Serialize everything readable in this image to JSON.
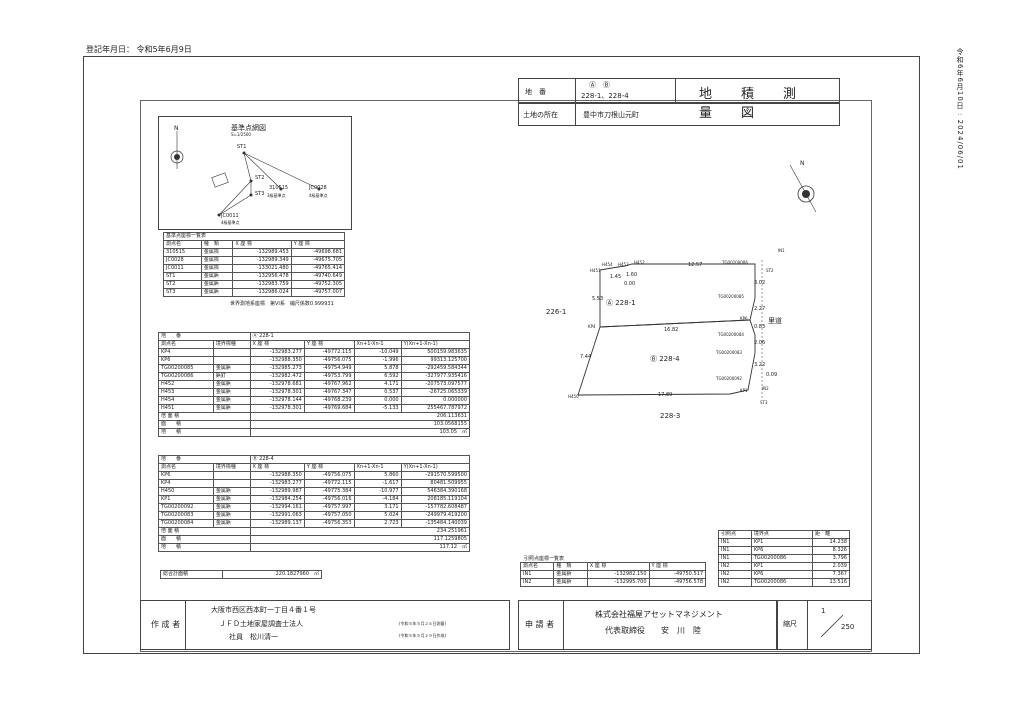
{
  "registration_date": "登記年月日： 令和5年6月9日",
  "side_print": "令和6年6月10日 : 2024/06/01",
  "title_block": {
    "lot_label": "地　番",
    "lot_markers": "Ⓐ　Ⓑ",
    "lot_value": "228-1、228-4",
    "title": "地　積　測　量　図",
    "location_label": "土地の所在",
    "location_value": "豊中市刀根山元町"
  },
  "reference_map": {
    "title": "基準点網図",
    "scale": "S=1/2500",
    "north": "N",
    "points": [
      "ST1",
      "ST2",
      "ST3",
      "310515",
      "JC0028",
      "JC0011"
    ],
    "sub_labels": [
      "3級基準点",
      "4級基準点",
      "4級基準点"
    ]
  },
  "reference_table": {
    "title": "基準点座標一覧表",
    "headers": [
      "測点名",
      "種　類",
      "X 座 標",
      "Y 座 標"
    ],
    "rows": [
      [
        "310515",
        "金属標",
        "-132989.453",
        "-49698.681"
      ],
      [
        "JC0028",
        "金属標",
        "-132989.349",
        "-49675.705"
      ],
      [
        "JC0011",
        "金属標",
        "-133021.480",
        "-49765.414"
      ],
      [
        "ST1",
        "金属鋲",
        "-132956.478",
        "-49740.649"
      ],
      [
        "ST2",
        "金属鋲",
        "-132983.759",
        "-49752.305"
      ],
      [
        "ST3",
        "金属鋲",
        "-132986.024",
        "-49757.007"
      ]
    ],
    "note": "世界測地系座標　第VI系　縮尺係数0.999931"
  },
  "table_a": {
    "lot_label": "地　　番",
    "lot_value": "Ⓐ 228-1",
    "headers": [
      "測点名",
      "境界標種",
      "X 座 標",
      "Y 座 標",
      "Xn+1-Xn-1",
      "Y(Xn+1-Xn-1)"
    ],
    "rows": [
      [
        "KP4",
        "",
        "-132983.277",
        "-49772.115",
        "-10.049",
        "500159.983635"
      ],
      [
        "KP6",
        "",
        "-132988.350",
        "-49756.075",
        "-1.996",
        "99313.125700"
      ],
      [
        "TG00200085",
        "金属鋲",
        "-132985.273",
        "-49754.949",
        "5.878",
        "-292459.584344"
      ],
      [
        "TG00200086",
        "鋲釘",
        "-132982.472",
        "-49753.799",
        "6.592",
        "-327977.935416"
      ],
      [
        "H452",
        "金属鋲",
        "-132978.681",
        "-49767.962",
        "4.171",
        "-207573.097577"
      ],
      [
        "H453",
        "金属鋲",
        "-132978.301",
        "-49767.347",
        "0.537",
        "-26725.065339"
      ],
      [
        "H454",
        "金属鋲",
        "-132978.144",
        "-49768.239",
        "0.000",
        "0.000000"
      ],
      [
        "H451",
        "金属鋲",
        "-132978.301",
        "-49769.684",
        "-5.133",
        "255467.787972"
      ]
    ],
    "sum_label": "倍 面 積",
    "sum_value": "206.113631",
    "area_label": "面　　積",
    "area_value": "103.0568155",
    "chiseki_label": "地　　積",
    "chiseki_value": "103.05　㎡"
  },
  "table_b": {
    "lot_label": "地　　番",
    "lot_value": "Ⓑ 228-4",
    "headers": [
      "測点名",
      "境界標種",
      "X 座 標",
      "Y 座 標",
      "Xn+1-Xn-1",
      "Y(Xn+1-Xn-1)"
    ],
    "rows": [
      [
        "KP6",
        "",
        "-132988.350",
        "-49756.075",
        "5.860",
        "-291570.599500"
      ],
      [
        "KP4",
        "",
        "-132983.277",
        "-49772.115",
        "-1.617",
        "80481.509955"
      ],
      [
        "H450",
        "金属鋲",
        "-132989.987",
        "-49775.384",
        "-10.977",
        "546384.390168"
      ],
      [
        "KP1",
        "金属鋲",
        "-132984.254",
        "-49756.016",
        "-4.184",
        "208185.119104"
      ],
      [
        "TG00200092",
        "金属鋲",
        "-132994.161",
        "-49757.997",
        "3.171",
        "-157782.608487"
      ],
      [
        "TG00200083",
        "金属鋲",
        "-132991.063",
        "-49757.050",
        "5.024",
        "-249979.419200"
      ],
      [
        "TG00200084",
        "金属鋲",
        "-132989.137",
        "-49756.353",
        "2.723",
        "-135484.140039"
      ]
    ],
    "sum_label": "倍 面 積",
    "sum_value": "234.251961",
    "area_label": "面　　積",
    "area_value": "117.1259805",
    "chiseki_label": "地　　積",
    "chiseki_value": "117.12　㎡"
  },
  "total": {
    "label": "総合計面積",
    "value": "220.1827960　㎡"
  },
  "plot": {
    "north": "N",
    "lot_a": "Ⓐ 228-1",
    "lot_b": "Ⓑ 228-4",
    "neighbor_west": "226-1",
    "neighbor_south": "228-3",
    "road": "里道",
    "points": [
      "H454",
      "H453",
      "H452",
      "H451",
      "TG00200086",
      "ST2",
      "IN1",
      "TG00200085",
      "KP6",
      "KP4",
      "TG00200084",
      "TG00200083",
      "TG00200092",
      "KP1",
      "IN2",
      "ST3",
      "H450"
    ],
    "dims": [
      "12.57",
      "1.45",
      "1.60",
      "0.00",
      "5.53",
      "3.02",
      "2.27",
      "16.82",
      "0.83",
      "2.06",
      "3.22",
      "0.09",
      "7.44",
      "17.89"
    ]
  },
  "lead_table": {
    "headers": [
      "引照点",
      "境界点",
      "距　離"
    ],
    "rows": [
      [
        "IN1",
        "KP1",
        "14.238"
      ],
      [
        "IN1",
        "KP6",
        "8.326"
      ],
      [
        "IN1",
        "TG00200086",
        "3.796"
      ],
      [
        "IN2",
        "KP1",
        "2.039"
      ],
      [
        "IN2",
        "KP6",
        "7.367"
      ],
      [
        "IN2",
        "TG00200086",
        "13.516"
      ]
    ]
  },
  "lead_coord_table": {
    "title": "引照点座標一覧表",
    "headers": [
      "測点名",
      "種　類",
      "X 座 標",
      "Y 座 標"
    ],
    "rows": [
      [
        "IN1",
        "金属鋲",
        "-132982.150",
        "-49750.517"
      ],
      [
        "IN2",
        "金属鋲",
        "-132995.700",
        "-49756.578"
      ]
    ]
  },
  "footer": {
    "maker_label": "作 成 者",
    "maker_address": "大阪市西区西本町一丁目４番１号",
    "maker_firm": "ＪＦＤ土地家屋調査士法人",
    "maker_person": "社員　松川清一",
    "date1": "(令和５年５月２６日測量)",
    "date2": "(令和５年５月２９日作成)",
    "applicant_label": "申 請 者",
    "applicant_company": "株式会社福屋アセットマネジメント",
    "applicant_rep": "代表取締役　　安　川　陸",
    "scale_label": "縮尺",
    "scale_num": "1",
    "scale_den": "250"
  }
}
